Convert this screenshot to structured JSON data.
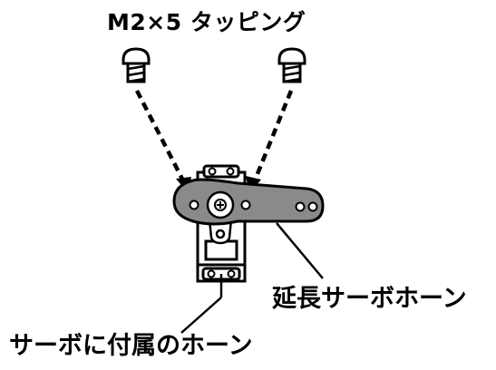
{
  "labels": {
    "screw": "M2×5 タッピング",
    "extension_horn": "延長サーボホーン",
    "included_horn": "サーボに付属のホーン"
  },
  "colors": {
    "ink": "#000000",
    "horn_fill": "#8a8a8a",
    "background": "#ffffff"
  }
}
